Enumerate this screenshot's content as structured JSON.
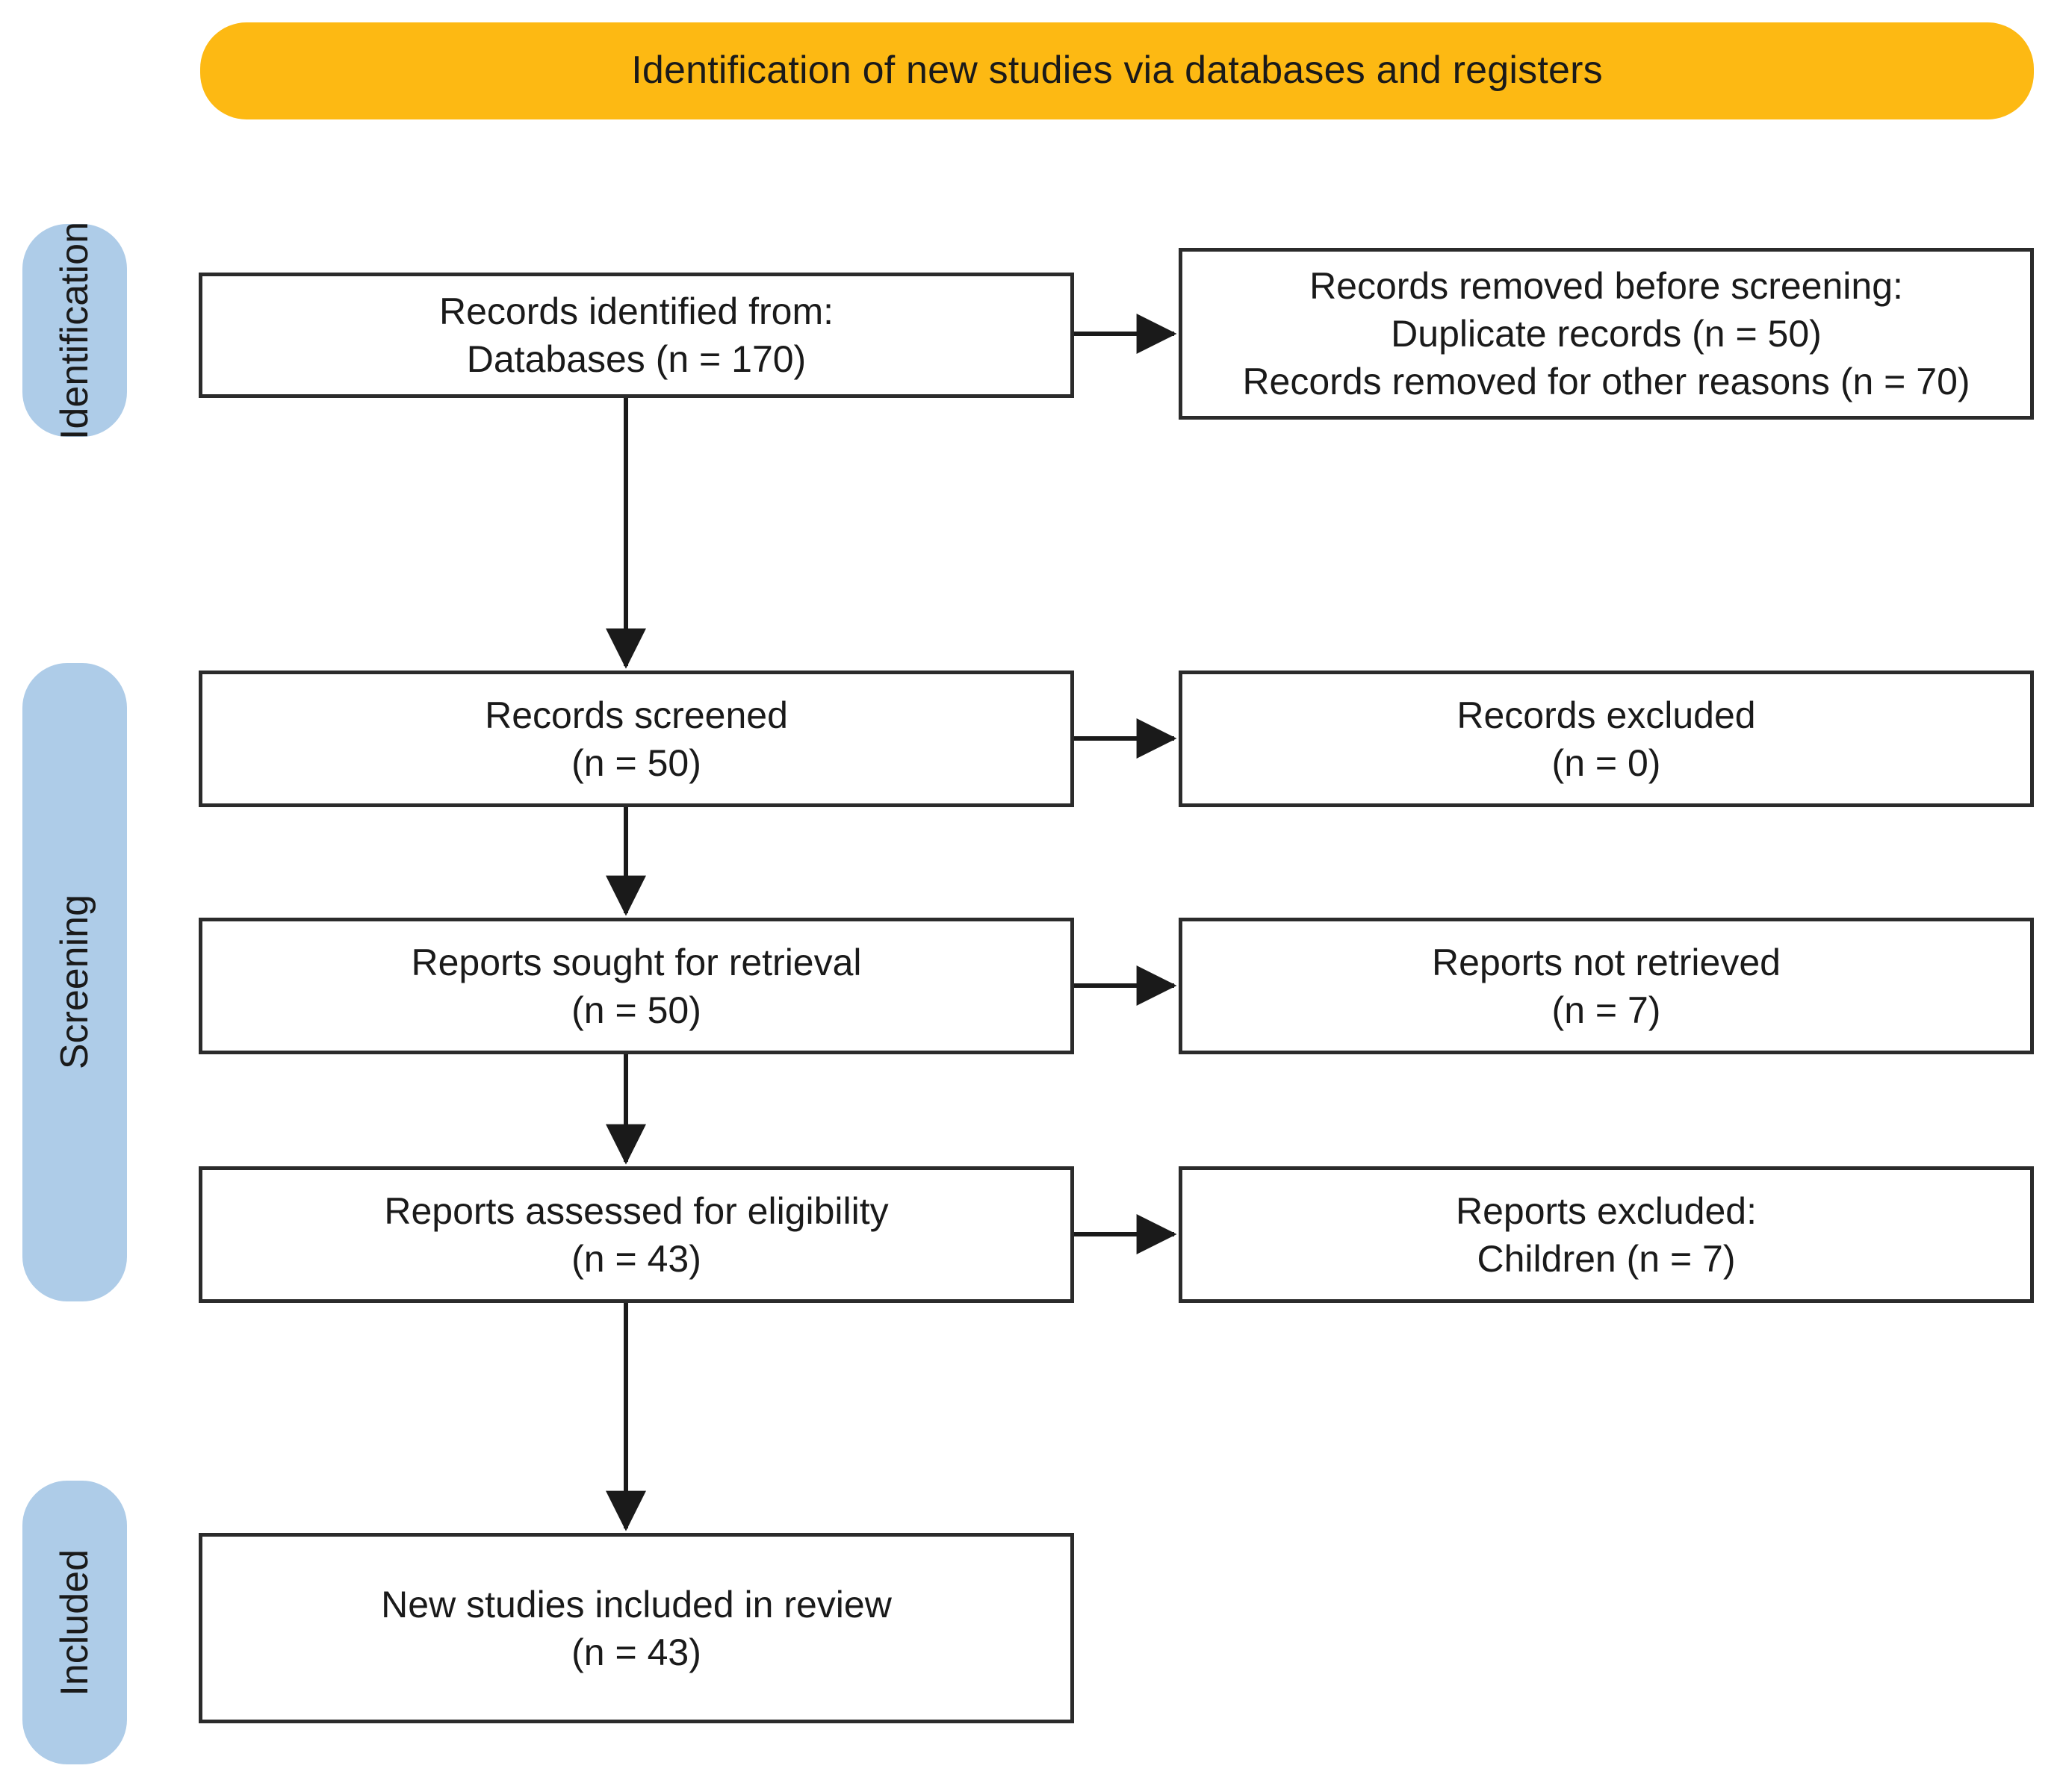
{
  "header": {
    "title": "Identification of new studies via databases and registers",
    "background_color": "#FDB913"
  },
  "stages": {
    "pill_color": "#AECCE8",
    "items": [
      {
        "id": "identification",
        "label": "Identification"
      },
      {
        "id": "screening",
        "label": "Screening"
      },
      {
        "id": "included",
        "label": "Included"
      }
    ]
  },
  "boxes": {
    "identified": {
      "lines": [
        "Records identified from:",
        "Databases (n = 170)"
      ]
    },
    "removed_before_screening": {
      "lines": [
        "Records removed before screening:",
        "Duplicate records (n = 50)",
        "Records removed for other reasons (n = 70)"
      ]
    },
    "screened": {
      "lines": [
        "Records screened",
        "(n = 50)"
      ]
    },
    "records_excluded": {
      "lines": [
        "Records excluded",
        "(n = 0)"
      ]
    },
    "sought_for_retrieval": {
      "lines": [
        "Reports sought for retrieval",
        "(n = 50)"
      ]
    },
    "not_retrieved": {
      "lines": [
        "Reports not retrieved",
        "(n = 7)"
      ]
    },
    "assessed_for_eligibility": {
      "lines": [
        "Reports assessed for eligibility",
        "(n = 43)"
      ]
    },
    "reports_excluded": {
      "lines": [
        "Reports excluded:",
        "Children (n = 7)"
      ]
    },
    "new_studies_included": {
      "lines": [
        "New studies included in review",
        "(n = 43)"
      ]
    }
  },
  "chart_data": {
    "type": "diagram",
    "title": "Identification of new studies via databases and registers",
    "diagram_kind": "PRISMA 2020 flow diagram",
    "stages": [
      "Identification",
      "Screening",
      "Included"
    ],
    "nodes": [
      {
        "id": "identified",
        "stage": "Identification",
        "label": "Records identified from: Databases",
        "n": 170
      },
      {
        "id": "removed_before_screening",
        "stage": "Identification",
        "label": "Records removed before screening",
        "sub": [
          {
            "label": "Duplicate records",
            "n": 50
          },
          {
            "label": "Records removed for other reasons",
            "n": 70
          }
        ]
      },
      {
        "id": "screened",
        "stage": "Screening",
        "label": "Records screened",
        "n": 50
      },
      {
        "id": "records_excluded",
        "stage": "Screening",
        "label": "Records excluded",
        "n": 0
      },
      {
        "id": "sought_for_retrieval",
        "stage": "Screening",
        "label": "Reports sought for retrieval",
        "n": 50
      },
      {
        "id": "not_retrieved",
        "stage": "Screening",
        "label": "Reports not retrieved",
        "n": 7
      },
      {
        "id": "assessed_for_eligibility",
        "stage": "Screening",
        "label": "Reports assessed for eligibility",
        "n": 43
      },
      {
        "id": "reports_excluded",
        "stage": "Screening",
        "label": "Reports excluded: Children",
        "n": 7
      },
      {
        "id": "new_studies_included",
        "stage": "Included",
        "label": "New studies included in review",
        "n": 43
      }
    ],
    "edges": [
      {
        "from": "identified",
        "to": "removed_before_screening",
        "direction": "right"
      },
      {
        "from": "identified",
        "to": "screened",
        "direction": "down"
      },
      {
        "from": "screened",
        "to": "records_excluded",
        "direction": "right"
      },
      {
        "from": "screened",
        "to": "sought_for_retrieval",
        "direction": "down"
      },
      {
        "from": "sought_for_retrieval",
        "to": "not_retrieved",
        "direction": "right"
      },
      {
        "from": "sought_for_retrieval",
        "to": "assessed_for_eligibility",
        "direction": "down"
      },
      {
        "from": "assessed_for_eligibility",
        "to": "reports_excluded",
        "direction": "right"
      },
      {
        "from": "assessed_for_eligibility",
        "to": "new_studies_included",
        "direction": "down"
      }
    ]
  }
}
